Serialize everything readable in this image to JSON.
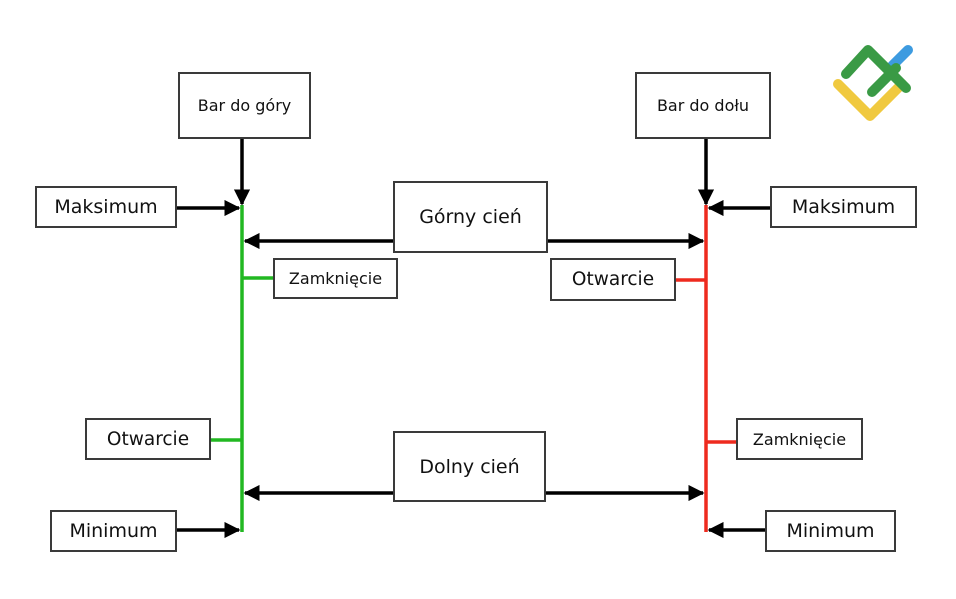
{
  "colors": {
    "bullish": "#22b822",
    "bearish": "#ee2a1e",
    "arrow": "#000000",
    "box_border": "#3a3a3a",
    "logo_green": "#3a9a45",
    "logo_blue": "#3d9be0",
    "logo_yellow": "#f0c93f"
  },
  "bullish_bar": {
    "title": "Bar do góry",
    "high": "Maksimum",
    "close": "Zamknięcie",
    "open": "Otwarcie",
    "low": "Minimum"
  },
  "bearish_bar": {
    "title": "Bar do dołu",
    "high": "Maksimum",
    "open": "Otwarcie",
    "close": "Zamknięcie",
    "low": "Minimum"
  },
  "shadows": {
    "upper": "Górny cień",
    "lower": "Dolny cień"
  },
  "logo": {
    "icon": "brand-logo-icon"
  }
}
